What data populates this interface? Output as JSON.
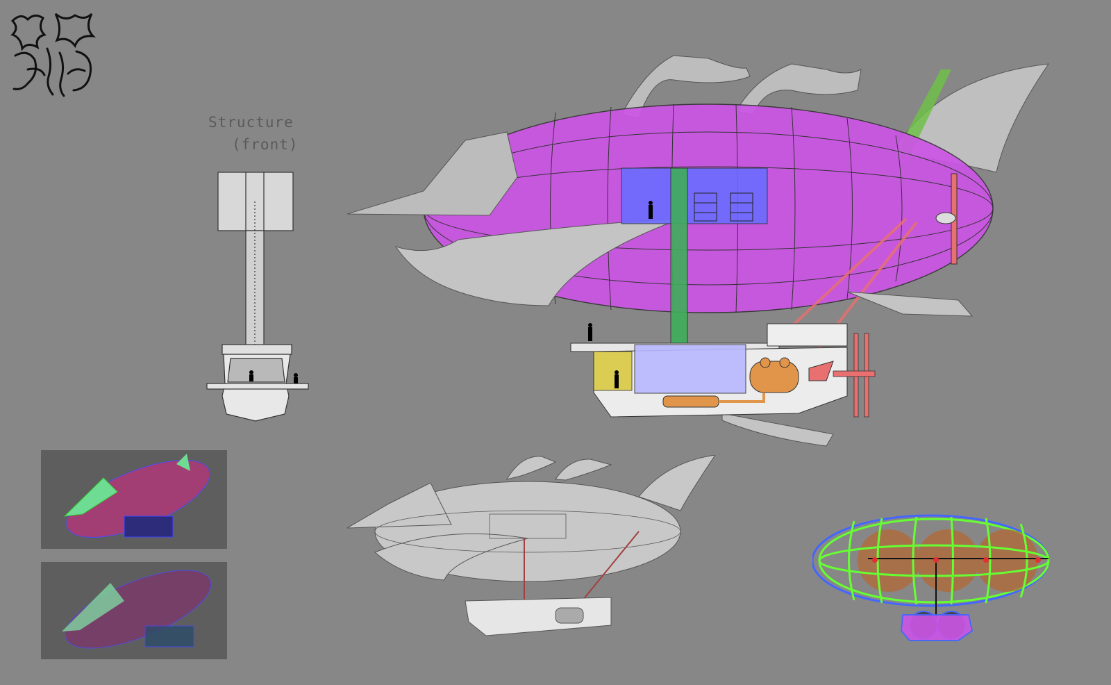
{
  "labels": {
    "structure_title": "Structure",
    "structure_sub": "(front)"
  },
  "colors": {
    "background": "#878787",
    "envelope_magenta": "#cc55e6",
    "cabin_blue": "#6b6bff",
    "mast_green": "#3fae5a",
    "engine_orange": "#e0954a",
    "propeller_red": "#e87070",
    "gondola_yellow": "#d9c83a",
    "wireframe_green": "#66ff33",
    "hull_gray": "#d4d4d4"
  },
  "icons": [
    "emblem-logo",
    "propeller-icon",
    "person-silhouette-icon"
  ],
  "thumbnails": [
    {
      "name": "viewport-render-solid"
    },
    {
      "name": "viewport-render-xray"
    }
  ]
}
